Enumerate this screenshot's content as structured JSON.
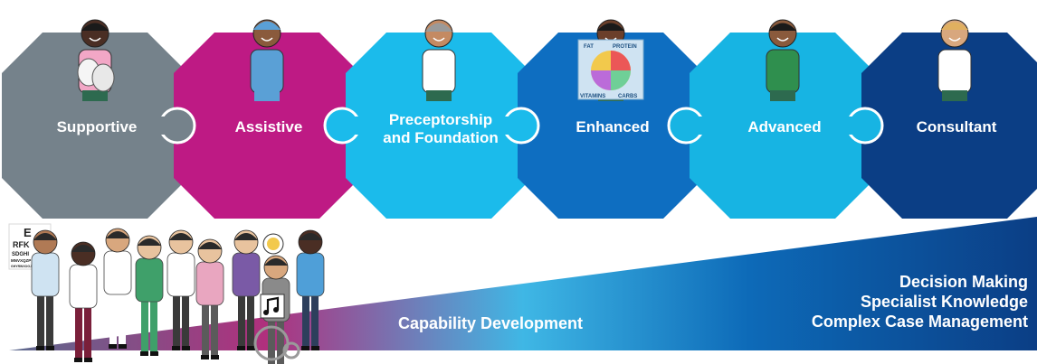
{
  "stages": [
    {
      "label_lines": [
        "Supportive"
      ],
      "color": "#75828B",
      "icon": "drama-masks-icon"
    },
    {
      "label_lines": [
        "Assistive"
      ],
      "color": "#BE1A84",
      "icon": "surgeon-icon"
    },
    {
      "label_lines": [
        "Preceptorship",
        "and Foundation"
      ],
      "color": "#1BBBEB",
      "icon": "nurse-icon"
    },
    {
      "label_lines": [
        "Enhanced"
      ],
      "color": "#0E6EC1",
      "icon": "nutrition-poster-icon"
    },
    {
      "label_lines": [
        "Advanced"
      ],
      "color": "#17B4E3",
      "icon": "paramedic-icon"
    },
    {
      "label_lines": [
        "Consultant"
      ],
      "color": "#0B3E85",
      "icon": "consultant-icon"
    }
  ],
  "poster": {
    "fat": "FAT",
    "protein": "PROTEIN",
    "vitamins": "VITAMINS",
    "carbs": "CARBS"
  },
  "eye_chart": {
    "lines": [
      "E",
      "RFK",
      "SDGHI",
      "MNVXQZP",
      "GHYRWXOGJ"
    ]
  },
  "wedge": {
    "label": "Capability Development",
    "right_lines": [
      "Decision Making",
      "Specialist Knowledge",
      "Complex Case Management"
    ],
    "colors": [
      "#5B6A8E",
      "#B0307D",
      "#3FB7E5",
      "#0D6AB8",
      "#0B3E85"
    ]
  },
  "workforce_icon": "healthcare-workforce-group-icon"
}
